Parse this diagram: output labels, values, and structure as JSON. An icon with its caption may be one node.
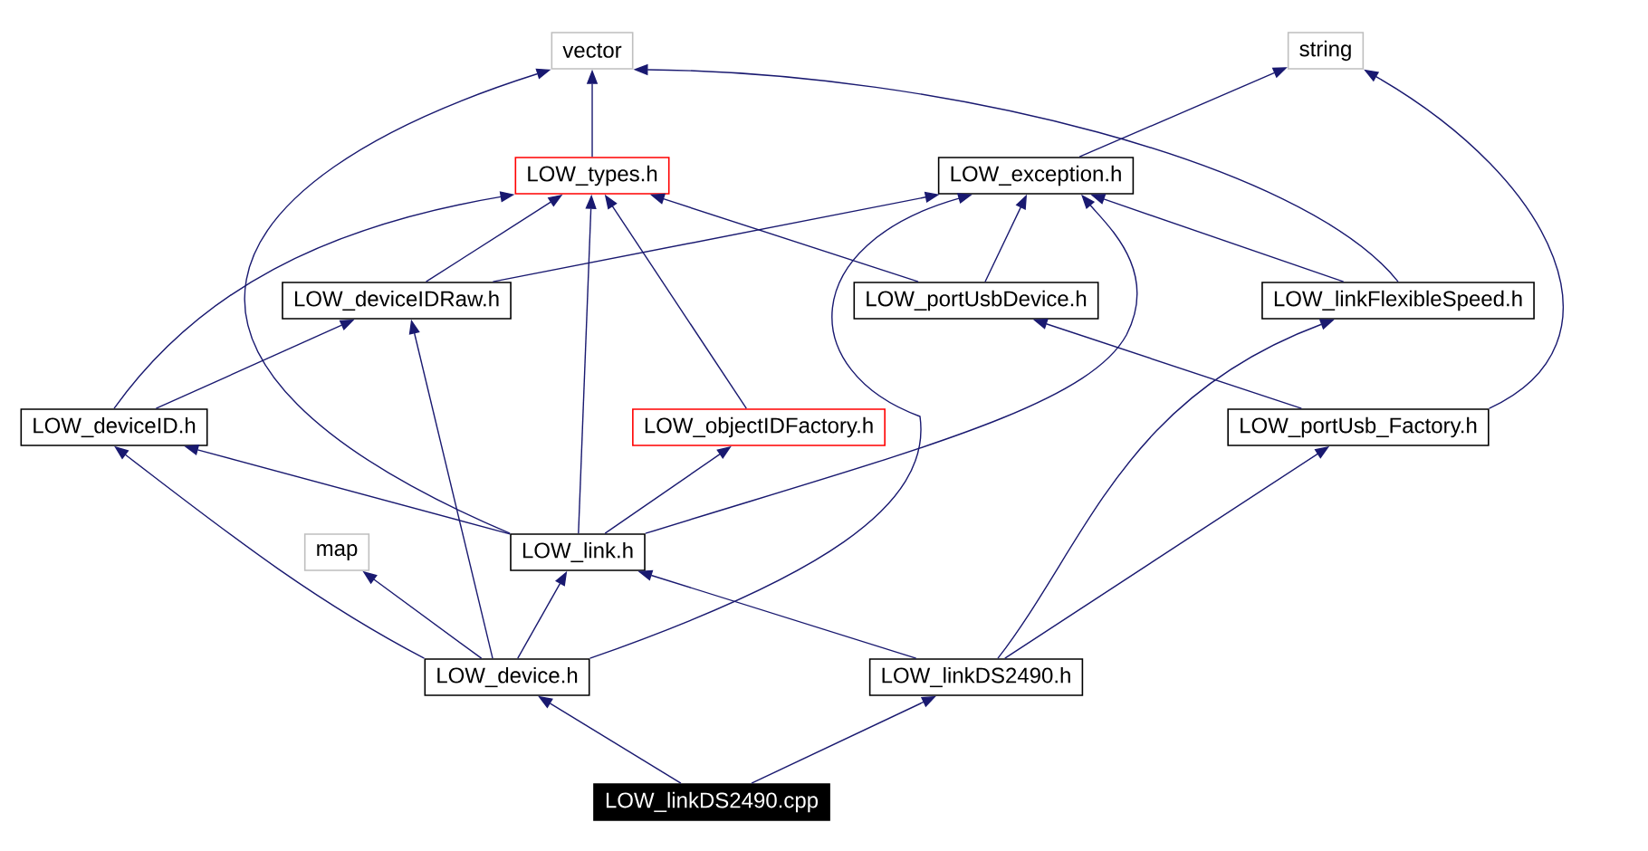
{
  "diagram": {
    "nodes": [
      {
        "text": [
          "vector"
        ]
      },
      {
        "text": [
          "string"
        ]
      },
      {
        "text": [
          "LOW_types.h"
        ]
      },
      {
        "text": [
          "LOW_exception.h"
        ]
      },
      {
        "text": [
          "LOW_deviceIDRaw.h"
        ]
      },
      {
        "text": [
          "LOW_portUsbDevice.h"
        ]
      },
      {
        "text": [
          "LOW_linkFlexibleSpeed.h"
        ]
      },
      {
        "text": [
          "LOW_deviceID.h"
        ]
      },
      {
        "text": [
          "LOW_objectIDFactory.h"
        ]
      },
      {
        "text": [
          "LOW_portUsb_Factory.h"
        ]
      },
      {
        "text": [
          "map"
        ]
      },
      {
        "text": [
          "LOW_link.h"
        ]
      },
      {
        "text": [
          "LOW_device.h"
        ]
      },
      {
        "text": [
          "LOW_linkDS2490.h"
        ]
      },
      {
        "text": [
          "LOW_linkDS2490.cpp"
        ]
      }
    ],
    "edges": [
      {
        "from": 2,
        "to": 0,
        "arrow": "to"
      },
      {
        "from": 11,
        "to": 0,
        "arrow": "to"
      },
      {
        "from": 6,
        "to": 0,
        "arrow": "to"
      },
      {
        "from": 3,
        "to": 1,
        "arrow": "to"
      },
      {
        "from": 9,
        "to": 1,
        "arrow": "to"
      },
      {
        "from": 7,
        "to": 2,
        "arrow": "to"
      },
      {
        "from": 4,
        "to": 2,
        "arrow": "to"
      },
      {
        "from": 11,
        "to": 2,
        "arrow": "to"
      },
      {
        "from": 8,
        "to": 2,
        "arrow": "to"
      },
      {
        "from": 5,
        "to": 2,
        "arrow": "to"
      },
      {
        "from": 4,
        "to": 3,
        "arrow": "to"
      },
      {
        "from": 12,
        "to": 3,
        "arrow": "to"
      },
      {
        "from": 11,
        "to": 3,
        "arrow": "to"
      },
      {
        "from": 5,
        "to": 3,
        "arrow": "to"
      },
      {
        "from": 6,
        "to": 3,
        "arrow": "to"
      },
      {
        "from": 7,
        "to": 4,
        "arrow": "to"
      },
      {
        "from": 12,
        "to": 4,
        "arrow": "to"
      },
      {
        "from": 11,
        "to": 7,
        "arrow": "to"
      },
      {
        "from": 12,
        "to": 7,
        "arrow": "to"
      },
      {
        "from": 11,
        "to": 8,
        "arrow": "to"
      },
      {
        "from": 9,
        "to": 5,
        "arrow": "to"
      },
      {
        "from": 12,
        "to": 10,
        "arrow": "to"
      },
      {
        "from": 12,
        "to": 11,
        "arrow": "to"
      },
      {
        "from": 13,
        "to": 11,
        "arrow": "to"
      },
      {
        "from": 13,
        "to": 6,
        "arrow": "to"
      },
      {
        "from": 13,
        "to": 9,
        "arrow": "to"
      },
      {
        "from": 14,
        "to": 12,
        "arrow": "to"
      },
      {
        "from": 14,
        "to": 13,
        "arrow": "to"
      }
    ]
  }
}
